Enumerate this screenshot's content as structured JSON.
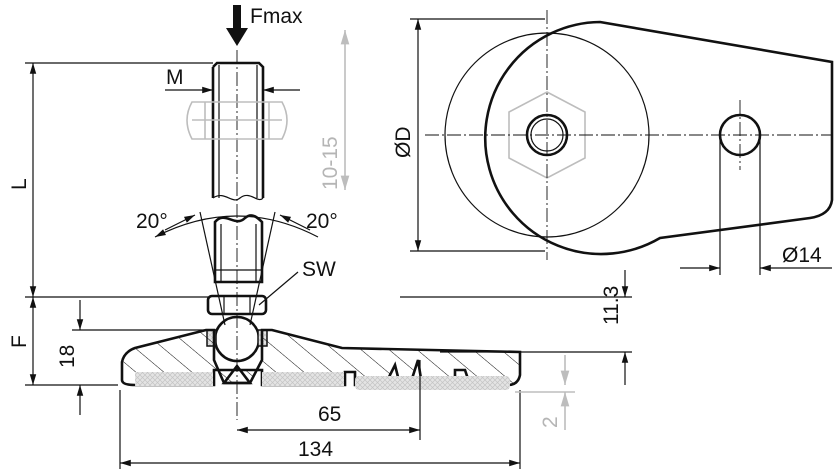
{
  "labels": {
    "force": "Fmax",
    "thread": "M",
    "length": "L",
    "adjust_range": "10-15",
    "angle_left": "20°",
    "angle_right": "20°",
    "wrench_size": "SW",
    "height_f": "F",
    "height_18": "18",
    "height_11_3": "11.3",
    "dist_65": "65",
    "width_134": "134",
    "pad_2": "2",
    "diameter_d": "ØD",
    "hole_14": "Ø14"
  },
  "colors": {
    "line": "#111111",
    "ghost": "#bdbdbd",
    "pad": "#d9d9d9"
  }
}
